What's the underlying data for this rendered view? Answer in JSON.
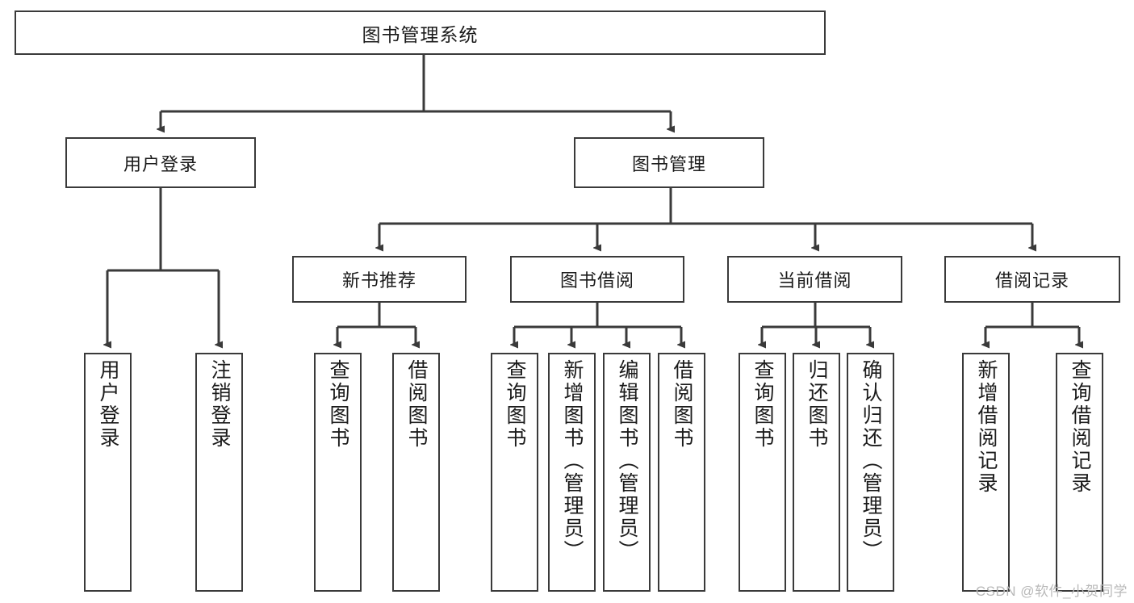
{
  "diagram": {
    "type": "hierarchy-tree",
    "title": "图书管理系统",
    "levels": 4,
    "root": {
      "label": "图书管理系统"
    },
    "level2": [
      {
        "label": "用户登录"
      },
      {
        "label": "图书管理"
      }
    ],
    "level3": [
      {
        "label": "新书推荐"
      },
      {
        "label": "图书借阅"
      },
      {
        "label": "当前借阅"
      },
      {
        "label": "借阅记录"
      }
    ],
    "leaves": {
      "user_login": [
        {
          "label": "用户登录"
        },
        {
          "label": "注销登录"
        }
      ],
      "new_book_recommend": [
        {
          "label": "查询图书"
        },
        {
          "label": "借阅图书"
        }
      ],
      "book_borrow": [
        {
          "label": "查询图书"
        },
        {
          "label": "新增图书（管理员）"
        },
        {
          "label": "编辑图书（管理员）"
        },
        {
          "label": "借阅图书"
        }
      ],
      "current_borrow": [
        {
          "label": "查询图书"
        },
        {
          "label": "归还图书"
        },
        {
          "label": "确认归还（管理员）"
        }
      ],
      "borrow_record": [
        {
          "label": "新增借阅记录"
        },
        {
          "label": "查询借阅记录"
        }
      ]
    }
  },
  "watermark": {
    "text": "CSDN @软件_小贺同学"
  },
  "colors": {
    "stroke": "#3a3a3a",
    "text": "#1b1b1b",
    "background": "#ffffff",
    "watermark": "#b9b9b9"
  }
}
